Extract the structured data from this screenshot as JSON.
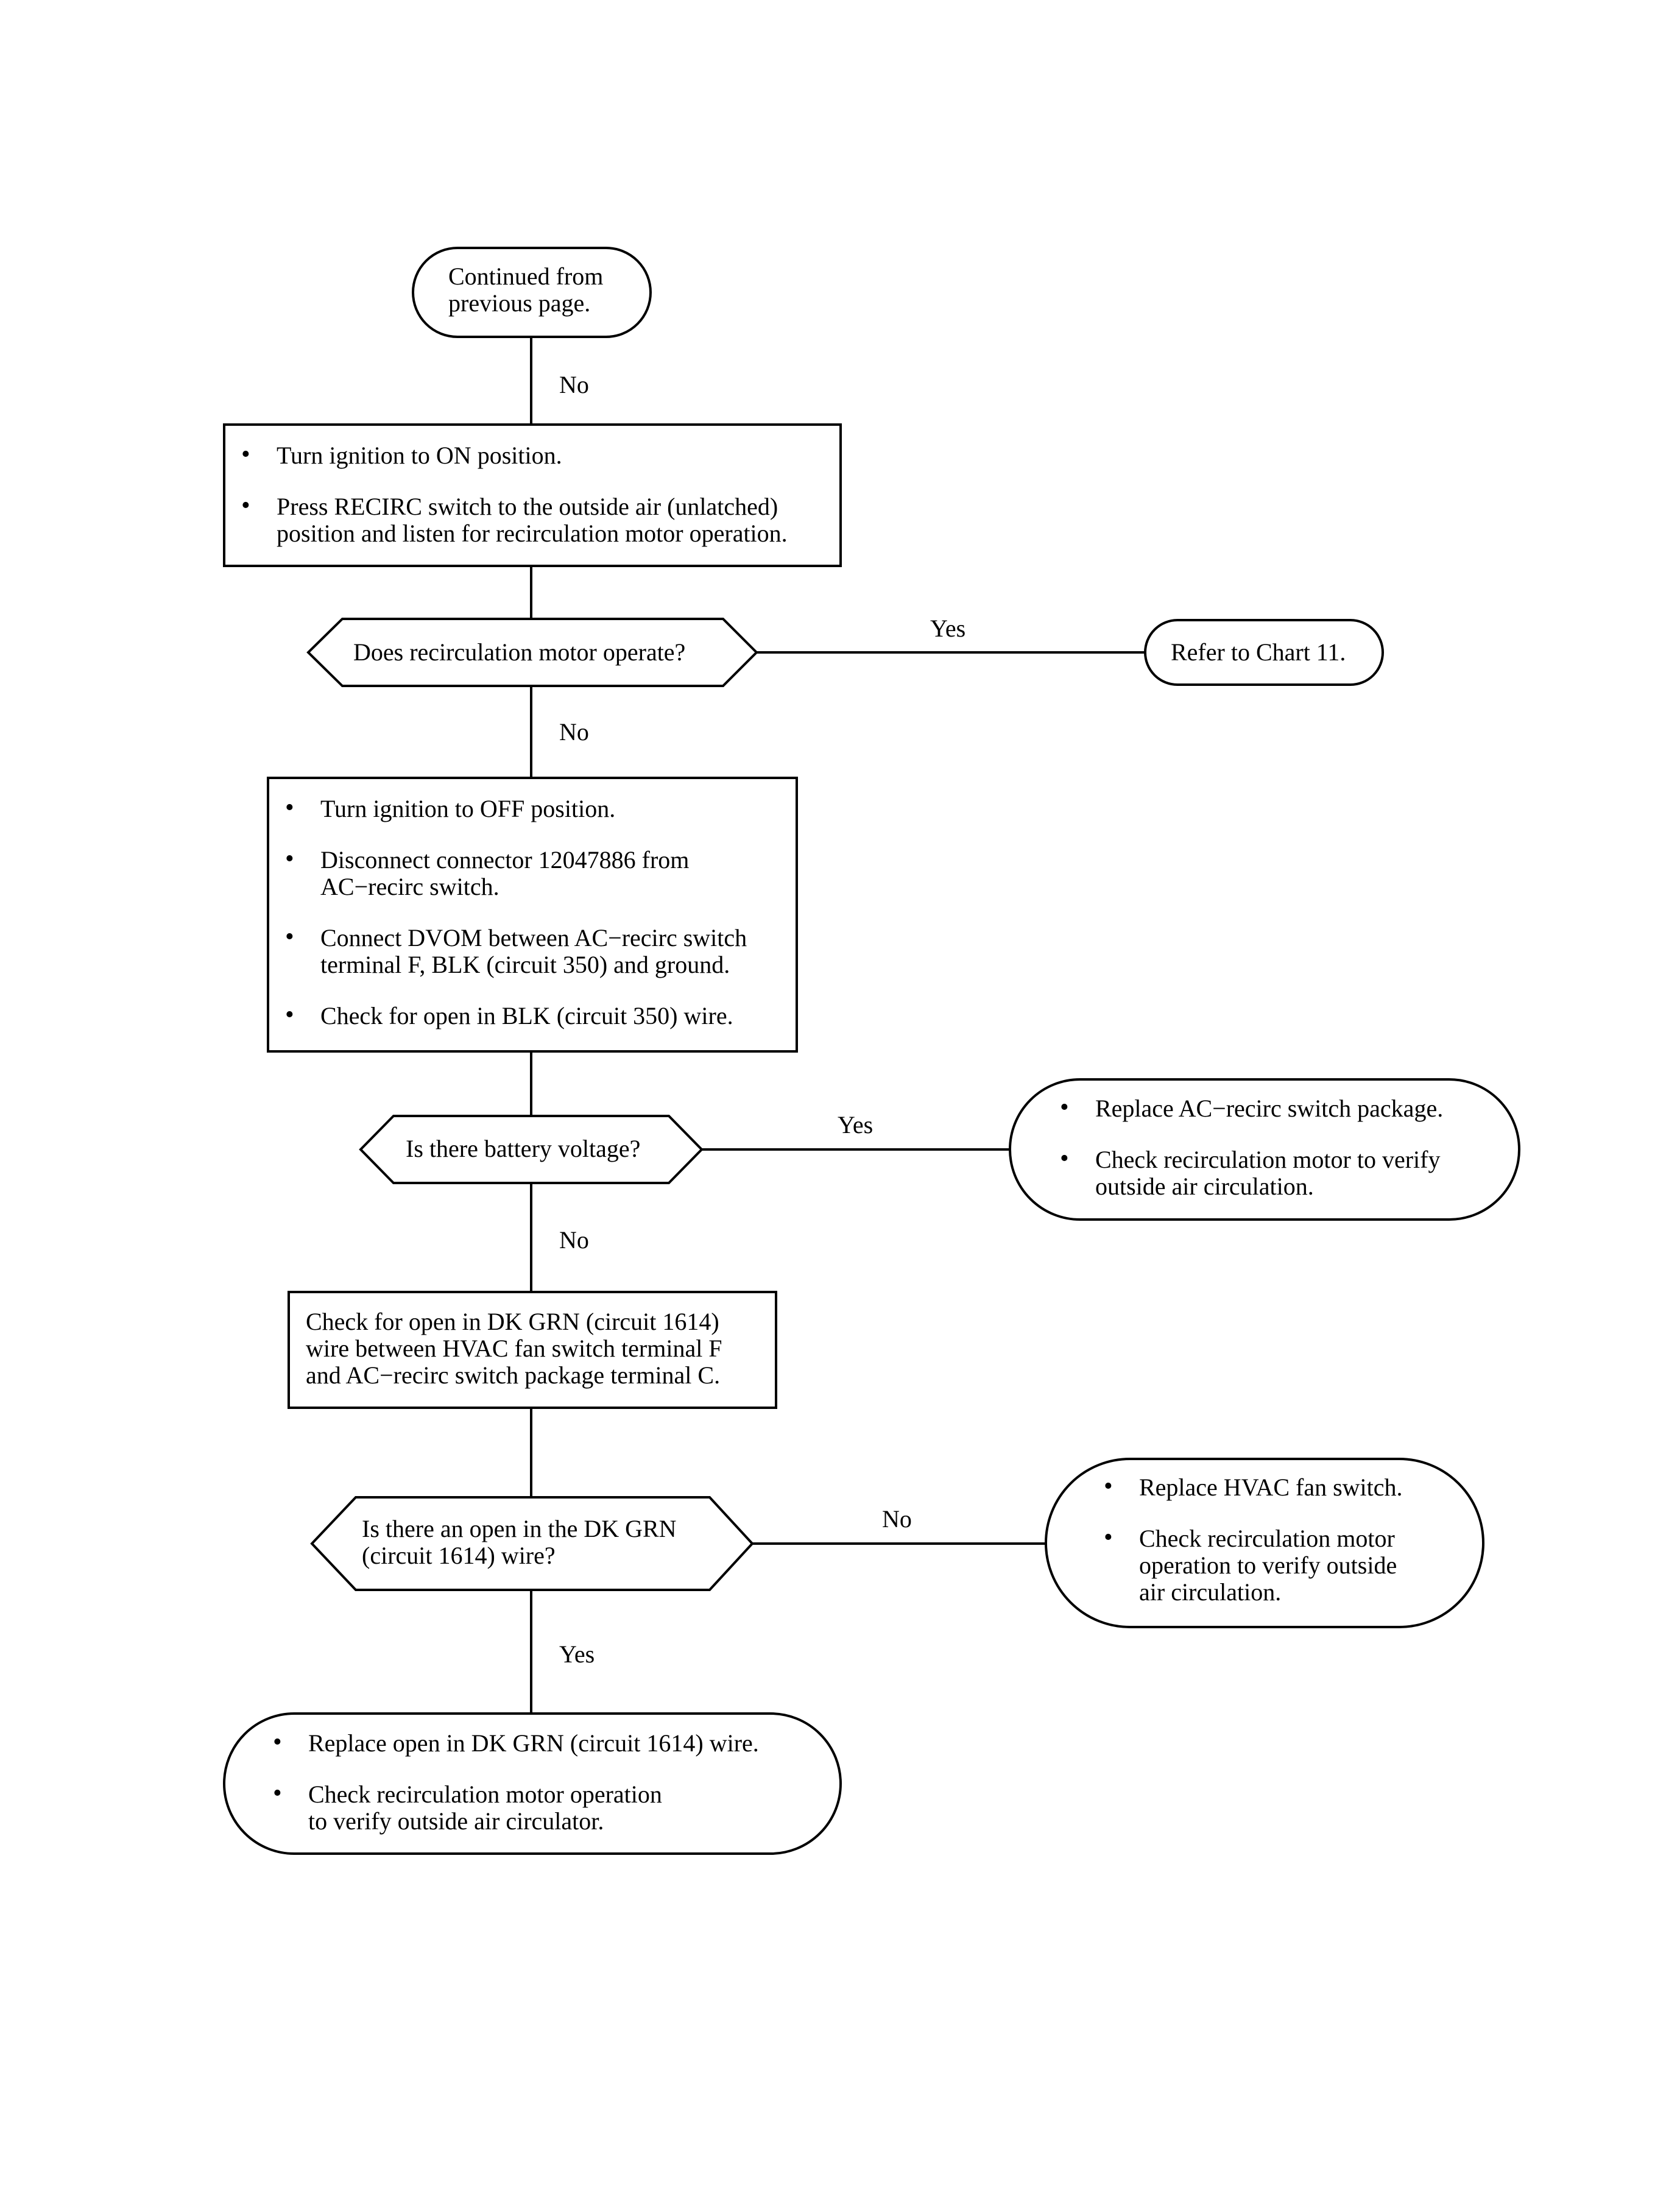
{
  "start": {
    "text": "Continued from\nprevious page."
  },
  "labels": {
    "l1": "No",
    "l2": "Yes",
    "l3": "No",
    "l4": "Yes",
    "l5": "No",
    "l6": "No",
    "l7": "Yes"
  },
  "step1": {
    "items": [
      "Turn ignition to ON position.",
      "Press RECIRC switch to the outside air (unlatched)\nposition and listen for recirculation motor operation."
    ]
  },
  "decision1": {
    "text": "Does recirculation motor operate?"
  },
  "result1": {
    "text": "Refer to Chart 11."
  },
  "step2": {
    "items": [
      "Turn ignition to OFF position.",
      "Disconnect connector 12047886 from\nAC−recirc switch.",
      "Connect DVOM between AC−recirc switch\nterminal F, BLK (circuit 350) and ground.",
      "Check for open in BLK (circuit 350) wire."
    ]
  },
  "decision2": {
    "text": "Is there battery voltage?"
  },
  "result2": {
    "items": [
      "Replace AC−recirc switch package.",
      "Check recirculation motor to verify\noutside air circulation."
    ]
  },
  "step3": {
    "text": "Check for open in DK GRN (circuit 1614)\nwire between HVAC fan switch terminal F\nand AC−recirc switch package terminal C."
  },
  "decision3": {
    "text": "Is there an open in the DK GRN\n(circuit 1614) wire?"
  },
  "result3": {
    "items": [
      "Replace HVAC fan switch.",
      "Check recirculation motor\noperation to verify outside\nair circulation."
    ]
  },
  "result4": {
    "items": [
      "Replace open in DK GRN (circuit 1614) wire.",
      "Check recirculation motor operation\nto verify outside air circulator."
    ]
  }
}
